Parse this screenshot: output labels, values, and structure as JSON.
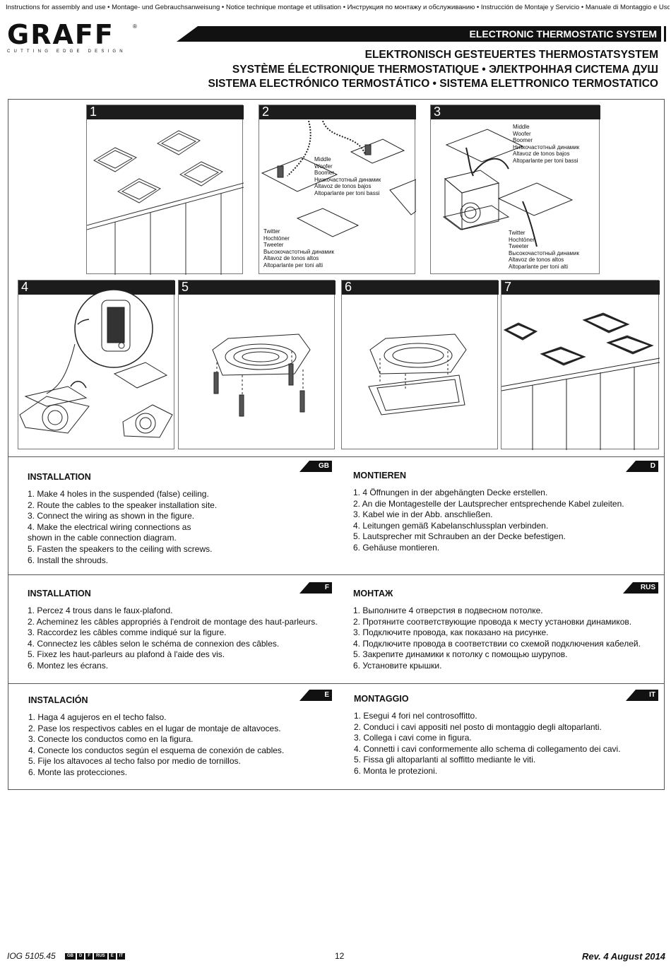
{
  "header": {
    "languages_line": "Instructions for assembly and use • Montage- und Gebrauchsanweisung • Notice technique montage et utilisation • Инструкция по монтажу и обслуживанию • Instrucción de Montaje y Servicio • Manuale di Montaggio e Uso",
    "brand": "GRAFF",
    "brand_mark": "®",
    "brand_tagline": "CUTTING EDGE DESIGN",
    "title_en": "ELECTRONIC THERMOSTATIC SYSTEM",
    "title_de": "ELEKTRONISCH GESTEUERTES THERMOSTATSYSTEM",
    "title_fr_ru": "SYSTÈME ÉLECTRONIQUE THERMOSTATIQUE • ЭЛЕКТРОННАЯ СИСТЕМА ДУШ",
    "title_es_it": "SISTEMA ELECTRÓNICO TERMOSTÁTICO • SISTEMA ELETTRONICO TERMOSTATICO"
  },
  "steps": {
    "s1": "1",
    "s2": "2",
    "s3": "3",
    "s4": "4",
    "s5": "5",
    "s6": "6",
    "s7": "7"
  },
  "labels": {
    "woofer": [
      "Middle",
      "Woofer",
      "Boomer",
      "Низкочастотный динамик",
      "Altavoz de tonos bajos",
      "Altoparlante per toni bassi"
    ],
    "tweeter": [
      "Twitter",
      "Hochtöner",
      "Tweeter",
      "Высокочастотный динамик",
      "Altavoz de tonos altos",
      "Altoparlante per toni alti"
    ]
  },
  "sections": {
    "gb": {
      "tag": "GB",
      "title": "INSTALLATION",
      "items": [
        "1. Make 4 holes in the suspended (false) ceiling.",
        "2. Route the cables to the speaker installation site.",
        "3. Connect the wiring as shown in the figure.",
        "4. Make the electrical wiring connections as",
        "shown in the cable connection diagram.",
        "5. Fasten the speakers to the ceiling with screws.",
        "6. Install the shrouds."
      ]
    },
    "d": {
      "tag": "D",
      "title": "MONTIEREN",
      "items": [
        "1. 4 Öffnungen in der abgehängten Decke erstellen.",
        "2. An die Montagestelle der Lautsprecher entsprechende Kabel zuleiten.",
        "3. Kabel wie in der Abb. anschließen.",
        "4. Leitungen gemäß Kabelanschlussplan verbinden.",
        "5. Lautsprecher mit Schrauben an der Decke befestigen.",
        "6. Gehäuse montieren."
      ]
    },
    "f": {
      "tag": "F",
      "title": "INSTALLATION",
      "items": [
        "1. Percez 4 trous dans le faux-plafond.",
        "2. Acheminez les câbles appropriés à l'endroit de montage des haut-parleurs.",
        "3. Raccordez les câbles comme indiqué sur la figure.",
        "4. Connectez les câbles selon le schéma de connexion des câbles.",
        "5. Fixez les haut-parleurs au plafond à l'aide des vis.",
        "6. Montez les écrans."
      ]
    },
    "rus": {
      "tag": "RUS",
      "title": "МОНТАЖ",
      "items": [
        "1. Выполните 4 отверстия в подвесном потолке.",
        "2. Протяните соответствующие провода к месту установки динамиков.",
        "3. Подключите провода, как показано на рисунке.",
        "4. Подключите провода  в соответствии со схемой подключения кабелей.",
        "5. Закрепите динамики к потолку с помощью шурупов.",
        "6. Установите крышки."
      ]
    },
    "e": {
      "tag": "E",
      "title": "INSTALACIÓN",
      "items": [
        "1. Haga 4 agujeros en el techo falso.",
        "2. Pase los respectivos cables en el lugar de montaje de altavoces.",
        "3. Conecte los conductos como en la figura.",
        "4. Conecte los conductos según el esquema de conexión de cables.",
        "5. Fije los altavoces al techo falso por medio de tornillos.",
        "6. Monte las protecciones."
      ]
    },
    "it": {
      "tag": "IT",
      "title": "MONTAGGIO",
      "items": [
        "1. Esegui 4 fori nel controsoffitto.",
        "2. Conduci i cavi appositi nel posto di montaggio degli altoparlanti.",
        "3. Collega i cavi come in figura.",
        "4. Connetti i cavi conformemente allo schema di collegamento dei cavi.",
        "5. Fissa gli altoparlanti al soffitto mediante le viti.",
        "6. Monta le protezioni."
      ]
    }
  },
  "footer": {
    "doc_code": "IOG 5105.45",
    "flags": [
      "GB",
      "D",
      "F",
      "RUS",
      "E",
      "IT"
    ],
    "page": "12",
    "revision": "Rev. 4 August 2014"
  }
}
